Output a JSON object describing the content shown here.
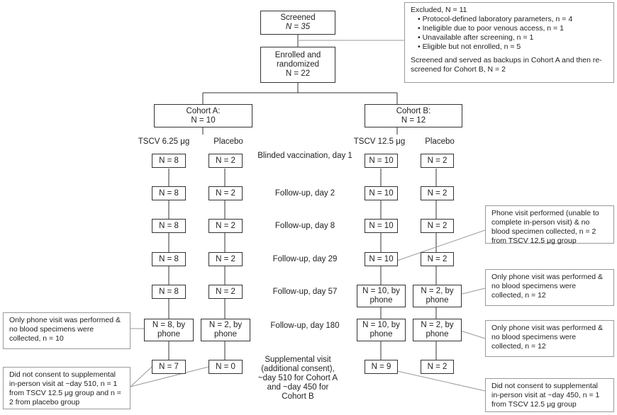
{
  "screened": {
    "title": "Screened",
    "n": "N = 35"
  },
  "enrolled": {
    "line1": "Enrolled and",
    "line2": "randomized",
    "n": "N = 22"
  },
  "excluded": {
    "title": "Excluded, N = 11",
    "items": [
      "Protocol-defined laboratory parameters, n = 4",
      "Ineligible due to poor venous access, n = 1",
      "Unavailable after screening, n = 1",
      "Eligible but not enrolled, n = 5"
    ],
    "backup_note": "Screened and served as backups in Cohort A and then re-screened for Cohort B, N = 2"
  },
  "cohort_a": {
    "title": "Cohort A:",
    "n": "N = 10",
    "arm1": "TSCV 6.25 μg",
    "arm2": "Placebo"
  },
  "cohort_b": {
    "title": "Cohort B:",
    "n": "N = 12",
    "arm1": "TSCV 12.5 μg",
    "arm2": "Placebo"
  },
  "visits": [
    "Blinded vaccination, day 1",
    "Follow-up, day 2",
    "Follow-up, day 8",
    "Follow-up, day 29",
    "Follow-up, day 57",
    "Follow-up, day 180",
    "Supplemental visit (additional consent), ~day 510 for Cohort A and ~day 450 for Cohort B"
  ],
  "a1": [
    "N = 8",
    "N = 8",
    "N = 8",
    "N = 8",
    "N = 8",
    "N = 8, by phone",
    "N = 7"
  ],
  "a2": [
    "N = 2",
    "N = 2",
    "N = 2",
    "N = 2",
    "N = 2",
    "N = 2, by phone",
    "N = 0"
  ],
  "b1": [
    "N = 10",
    "N = 10",
    "N = 10",
    "N = 10",
    "N = 10, by phone",
    "N = 10, by phone",
    "N = 9"
  ],
  "b2": [
    "N = 2",
    "N = 2",
    "N = 2",
    "N = 2",
    "N = 2, by phone",
    "N = 2, by phone",
    "N = 2"
  ],
  "notes": {
    "left_phone": "Only phone visit was performed & no blood specimens were collected, n = 10",
    "left_consent": "Did not consent to supplemental in-person visit at ~day 510, n = 1 from TSCV 12.5 μg group and n = 2 from placebo group",
    "right_day29": "Phone visit performed (unable to complete in-person visit) & no blood specimen collected, n = 2 from TSCV 12.5 μg group",
    "right_day57": "Only phone visit was performed & no blood specimens were collected, n = 12",
    "right_day180": "Only phone visit was performed & no blood specimens were collected, n = 12",
    "right_consent": "Did not consent to supplemental in-person visit at ~day 450, n = 1 from TSCV 12.5 μg group"
  }
}
